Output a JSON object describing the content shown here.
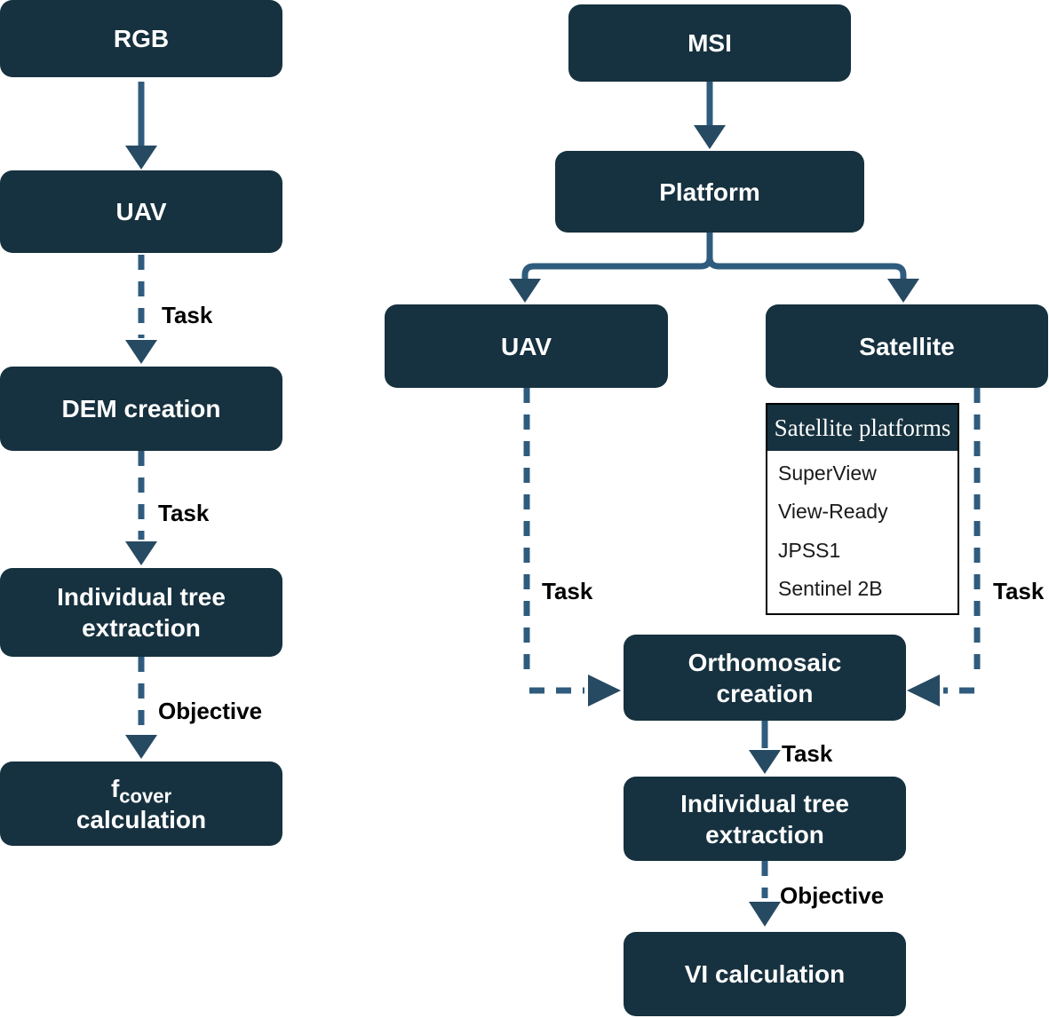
{
  "colors": {
    "box_fill": "#16313f",
    "line": "#2f5c7e",
    "arrowhead": "#274a63",
    "box_text": "#ffffff",
    "label_text": "#000000",
    "table_border": "#000000"
  },
  "left_flow": {
    "rgb": "RGB",
    "uav": "UAV",
    "task_1": "Task",
    "dem_creation": "DEM creation",
    "task_2": "Task",
    "tree_extraction": "Individual tree extraction",
    "objective": "Objective",
    "fcover": {
      "symbol": "f",
      "subscript": "cover",
      "line2": "calculation"
    }
  },
  "right_flow": {
    "msi": "MSI",
    "platform": "Platform",
    "uav": "UAV",
    "satellite": "Satellite",
    "satellite_platforms": {
      "header": "Satellite platforms",
      "items": [
        "SuperView",
        "View-Ready",
        "JPSS1",
        "Sentinel 2B"
      ]
    },
    "task_uav": "Task",
    "task_satellite": "Task",
    "orthomosaic": "Orthomosaic creation",
    "task_orthomosaic": "Task",
    "tree_extraction": "Individual tree extraction",
    "objective": "Objective",
    "vi_calculation": "VI calculation"
  }
}
